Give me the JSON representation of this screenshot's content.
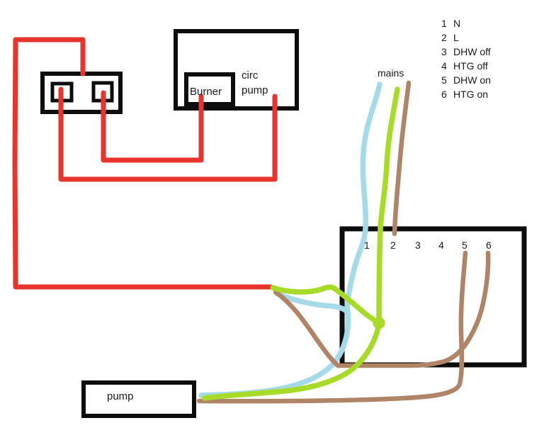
{
  "colors": {
    "background": "#ffffff",
    "red": "#e8342c",
    "blue": "#a5dbe9",
    "green": "#a8da28",
    "brown": "#b08467",
    "box_black": "#0d0d0d",
    "text_black": "#1a1a1a",
    "mains_label": "#c48a6d"
  },
  "legend": {
    "items": [
      {
        "num": "1",
        "label": "N"
      },
      {
        "num": "2",
        "label": "L"
      },
      {
        "num": "3",
        "label": "DHW off"
      },
      {
        "num": "4",
        "label": "HTG off"
      },
      {
        "num": "5",
        "label": "DHW on"
      },
      {
        "num": "6",
        "label": "HTG on"
      }
    ]
  },
  "labels": {
    "mains": "mains",
    "burner": "Burner",
    "circ_line1": "circ",
    "circ_line2": "pump",
    "pump": "pump"
  },
  "terminal_box": {
    "terminals": [
      "1",
      "2",
      "3",
      "4",
      "5",
      "6"
    ]
  }
}
